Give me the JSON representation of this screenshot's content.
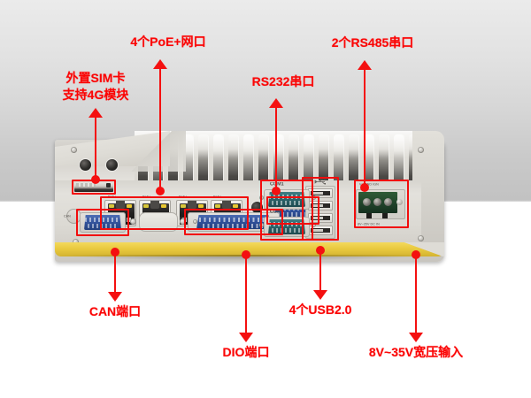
{
  "image": {
    "kind": "product-photo-annotated",
    "subject": "industrial fanless embedded computer rear I/O panel",
    "background_top_color": "#e8e8e8",
    "background_bottom_color": "#c2c2c2",
    "page_background": "#ffffff"
  },
  "annotation_style": {
    "color": "#fb0505",
    "box_color": "#f20d0d"
  },
  "annotations": [
    {
      "id": "sim",
      "text_lines": [
        "外置SIM卡",
        "支持4G模块"
      ],
      "direction": "up",
      "target": "sim-card-slot"
    },
    {
      "id": "poe",
      "text_lines": [
        "4个PoE+网口"
      ],
      "direction": "up",
      "target": "poe-ethernet-ports"
    },
    {
      "id": "rs232",
      "text_lines": [
        "RS232串口"
      ],
      "direction": "up",
      "target": "rs232-serial-port"
    },
    {
      "id": "rs485",
      "text_lines": [
        "2个RS485串口"
      ],
      "direction": "up",
      "target": "rs485-serial-ports"
    },
    {
      "id": "can",
      "text_lines": [
        "CAN端口"
      ],
      "direction": "down",
      "target": "can-port"
    },
    {
      "id": "dio",
      "text_lines": [
        "DIO端口"
      ],
      "direction": "down",
      "target": "dio-port"
    },
    {
      "id": "usb",
      "text_lines": [
        "4个USB2.0"
      ],
      "direction": "down",
      "target": "usb-ports"
    },
    {
      "id": "power",
      "text_lines": [
        "8V~35V宽压输入"
      ],
      "direction": "down",
      "target": "dc-power-input"
    }
  ],
  "device_labels": {
    "poe_port_tags": [
      "PoE+",
      "PoE+",
      "PoE+",
      "PoE+"
    ],
    "can_tag": "CAN",
    "dio_tag": "DIO",
    "aux_tag": "AUX",
    "com_top": "COM1",
    "com_bottom": "COM3",
    "power_terminal_top": "V+ GND IGN",
    "power_terminal_bottom": "8V~35V DC IN"
  },
  "ports": {
    "ethernet_count": 4,
    "usb_count": 4,
    "com_count": 2,
    "dio_pins": 25,
    "can_pins": 9
  }
}
